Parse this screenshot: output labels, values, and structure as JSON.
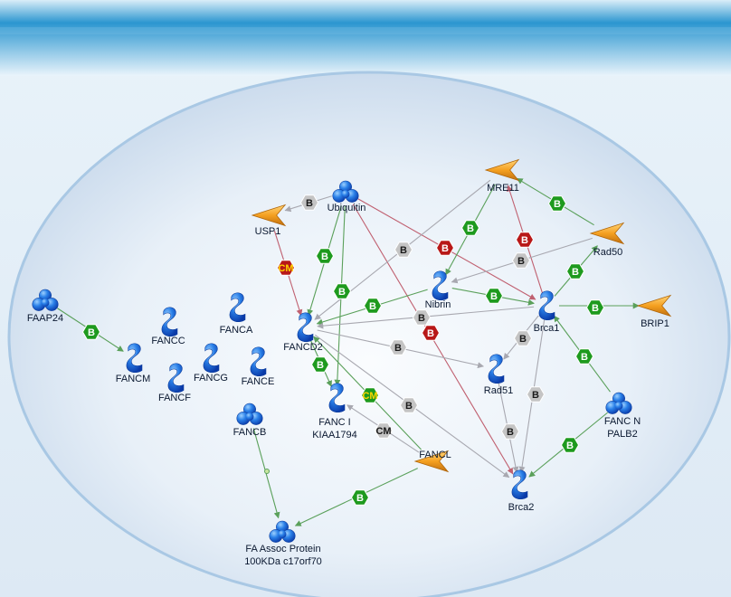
{
  "nodes": [
    {
      "id": "ubiquitin",
      "label": "Ubiquitin",
      "shape": "cluster"
    },
    {
      "id": "usp1",
      "label": "USP1",
      "shape": "arrowhead"
    },
    {
      "id": "mre11",
      "label": "MRE11",
      "shape": "arrowhead"
    },
    {
      "id": "rad50",
      "label": "Rad50",
      "shape": "arrowhead"
    },
    {
      "id": "nibrin",
      "label": "Nibrin",
      "shape": "squiggle"
    },
    {
      "id": "brca1",
      "label": "Brca1",
      "shape": "squiggle"
    },
    {
      "id": "brip1",
      "label": "BRIP1",
      "shape": "arrowhead"
    },
    {
      "id": "faap24",
      "label": "FAAP24",
      "shape": "cluster"
    },
    {
      "id": "fancc",
      "label": "FANCC",
      "shape": "squiggle"
    },
    {
      "id": "fanca",
      "label": "FANCA",
      "shape": "squiggle"
    },
    {
      "id": "fancd2",
      "label": "FANCD2",
      "shape": "squiggle"
    },
    {
      "id": "fancm",
      "label": "FANCM",
      "shape": "squiggle"
    },
    {
      "id": "fancg",
      "label": "FANCG",
      "shape": "squiggle"
    },
    {
      "id": "fance",
      "label": "FANCE",
      "shape": "squiggle"
    },
    {
      "id": "fancf",
      "label": "FANCF",
      "shape": "squiggle"
    },
    {
      "id": "fanci",
      "label": "FANC I\nKIAA1794",
      "shape": "squiggle"
    },
    {
      "id": "rad51",
      "label": "Rad51",
      "shape": "squiggle"
    },
    {
      "id": "fancn",
      "label": "FANC N\nPALB2",
      "shape": "cluster"
    },
    {
      "id": "fancb",
      "label": "FANCB",
      "shape": "cluster"
    },
    {
      "id": "fancl",
      "label": "FANCL",
      "shape": "arrowhead"
    },
    {
      "id": "brca2",
      "label": "Brca2",
      "shape": "squiggle"
    },
    {
      "id": "faassoc",
      "label": "FA Assoc Protein\n100KDa c17orf70",
      "shape": "cluster"
    }
  ],
  "edges": [
    {
      "from": "ubiquitin",
      "to": "usp1",
      "badge": "B",
      "kind": "binding-gray"
    },
    {
      "from": "usp1",
      "to": "fancd2",
      "badge": "CM",
      "kind": "covalent-red"
    },
    {
      "from": "ubiquitin",
      "to": "fancd2",
      "badge": "B",
      "kind": "binding-green"
    },
    {
      "from": "ubiquitin",
      "to": "fanci",
      "badge": "B",
      "kind": "binding-green"
    },
    {
      "from": "ubiquitin",
      "to": "brca1",
      "badge": "B",
      "kind": "inhibit-red"
    },
    {
      "from": "ubiquitin",
      "to": "brca2",
      "badge": "B",
      "kind": "inhibit-red"
    },
    {
      "from": "mre11",
      "to": "fancd2",
      "badge": "B",
      "kind": "binding-gray"
    },
    {
      "from": "mre11",
      "to": "nibrin",
      "badge": "B",
      "kind": "binding-green"
    },
    {
      "from": "rad50",
      "to": "mre11",
      "badge": "B",
      "kind": "binding-green"
    },
    {
      "from": "brca1",
      "to": "mre11",
      "badge": "B",
      "kind": "inhibit-red"
    },
    {
      "from": "rad50",
      "to": "nibrin",
      "badge": "B",
      "kind": "binding-gray"
    },
    {
      "from": "brca1",
      "to": "rad50",
      "badge": "B",
      "kind": "binding-green"
    },
    {
      "from": "nibrin",
      "to": "brca1",
      "badge": "B",
      "kind": "binding-green"
    },
    {
      "from": "nibrin",
      "to": "fancd2",
      "badge": "B",
      "kind": "binding-green"
    },
    {
      "from": "brca1",
      "to": "fancd2",
      "badge": "B",
      "kind": "binding-gray"
    },
    {
      "from": "brca1",
      "to": "brip1",
      "badge": "B",
      "kind": "binding-green"
    },
    {
      "from": "fancd2",
      "to": "rad51",
      "badge": "B",
      "kind": "binding-gray"
    },
    {
      "from": "brca1",
      "to": "rad51",
      "badge": "B",
      "kind": "binding-gray"
    },
    {
      "from": "brca1",
      "to": "brca2",
      "badge": "B",
      "kind": "binding-gray"
    },
    {
      "from": "rad51",
      "to": "brca2",
      "badge": "B",
      "kind": "binding-gray"
    },
    {
      "from": "fancn",
      "to": "brca1",
      "badge": "B",
      "kind": "binding-green"
    },
    {
      "from": "fancn",
      "to": "brca2",
      "badge": "B",
      "kind": "binding-green"
    },
    {
      "from": "fancd2",
      "to": "brca2",
      "badge": "B",
      "kind": "binding-gray"
    },
    {
      "from": "faap24",
      "to": "fancm",
      "badge": "B",
      "kind": "binding-green"
    },
    {
      "from": "fancd2",
      "to": "fanci",
      "badge": "B",
      "kind": "binding-green"
    },
    {
      "from": "fancl",
      "to": "fancd2",
      "badge": "CM",
      "kind": "covalent-green"
    },
    {
      "from": "fancl",
      "to": "fanci",
      "badge": "CM",
      "kind": "covalent-gray"
    },
    {
      "from": "fancl",
      "to": "faassoc",
      "badge": "B",
      "kind": "binding-green"
    },
    {
      "from": "fancb",
      "to": "faassoc",
      "badge": "",
      "kind": "plain-green"
    }
  ],
  "styles": {
    "binding-green": {
      "line": "#5aa05a",
      "badge_fill": "#1e9a1e",
      "badge_text": "#ffffff",
      "arrow": true
    },
    "binding-gray": {
      "line": "#a8a8b0",
      "badge_fill": "#c4c4c4",
      "badge_text": "#1a1a1a",
      "arrow": true
    },
    "inhibit-red": {
      "line": "#c06070",
      "badge_fill": "#b81818",
      "badge_text": "#ffffff",
      "arrow": true
    },
    "covalent-red": {
      "line": "#c06070",
      "badge_fill": "#b81818",
      "badge_text": "#ffd400",
      "arrow": true
    },
    "covalent-green": {
      "line": "#5aa05a",
      "badge_fill": "#1e9a1e",
      "badge_text": "#ffd400",
      "arrow": true
    },
    "covalent-gray": {
      "line": "#a8a8b0",
      "badge_fill": "#c4c4c4",
      "badge_text": "#1a1a1a",
      "arrow": true
    },
    "plain-green": {
      "line": "#5aa05a",
      "badge_fill": "#1e9a1e",
      "badge_text": "#ffffff",
      "arrow": true
    }
  },
  "colors": {
    "protein_blue": "#1a63d8",
    "ligand_orange": "#f5a020",
    "cell_fill": "#d6e6f4",
    "cell_border": "#b4d2ea",
    "header_band": "#2b96d0"
  }
}
